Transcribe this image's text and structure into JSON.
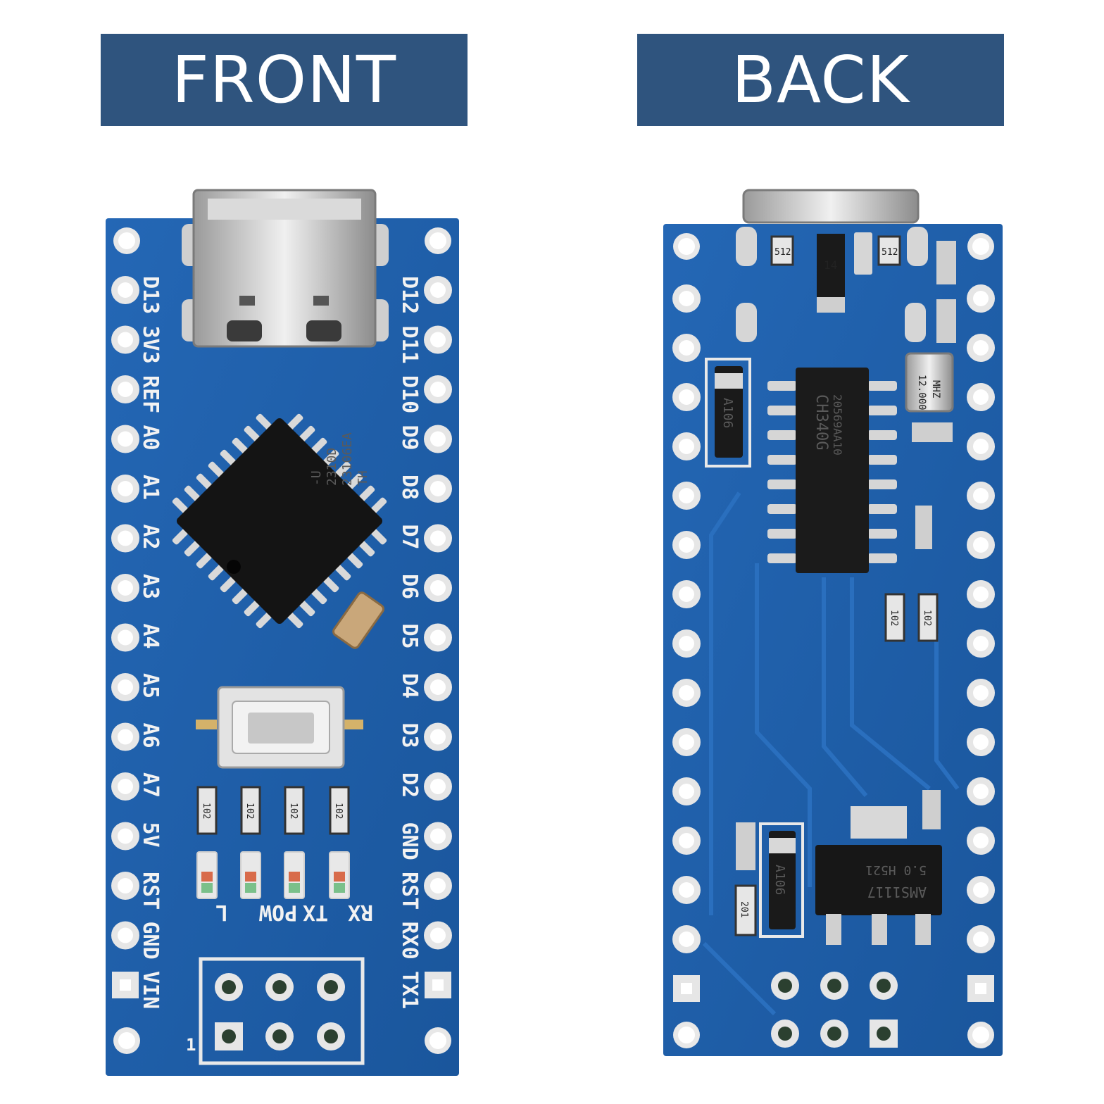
{
  "headings": {
    "front": "FRONT",
    "back": "BACK"
  },
  "front_board": {
    "left_pins": [
      "D13",
      "3V3",
      "REF",
      "A0",
      "A1",
      "A2",
      "A3",
      "A4",
      "A5",
      "A6",
      "A7",
      "5V",
      "RST",
      "GND",
      "VIN"
    ],
    "right_pins": [
      "D12",
      "D11",
      "D10",
      "D9",
      "D8",
      "D7",
      "D6",
      "D5",
      "D4",
      "D3",
      "D2",
      "GND",
      "RST",
      "RX0",
      "TX1"
    ],
    "led_labels": [
      "L",
      "POW",
      "TX",
      "RX"
    ],
    "resistor_codes": [
      "102",
      "102",
      "102",
      "102"
    ],
    "mcu_marking": [
      "-U",
      "2310D",
      "23106EA",
      "TH"
    ],
    "icsp_pin1_label": "1"
  },
  "back_board": {
    "usb_chip": [
      "CH340G",
      "20569AA10"
    ],
    "crystal": [
      "12.000",
      "MHZ"
    ],
    "regulator": [
      "AMS1117",
      "5.0 H521"
    ],
    "diode_codes": [
      "A106",
      "A106"
    ],
    "resistor_codes_top": [
      "512",
      "512"
    ],
    "resistor_codes_mid": [
      "102",
      "102"
    ],
    "resistor_code_bottom": "201",
    "transistor_mark": "14"
  },
  "colors": {
    "banner": "#2f547e",
    "pcb": "#1f5fa8",
    "pcb_dark": "#174b8a",
    "pad": "#e6e6e6"
  }
}
